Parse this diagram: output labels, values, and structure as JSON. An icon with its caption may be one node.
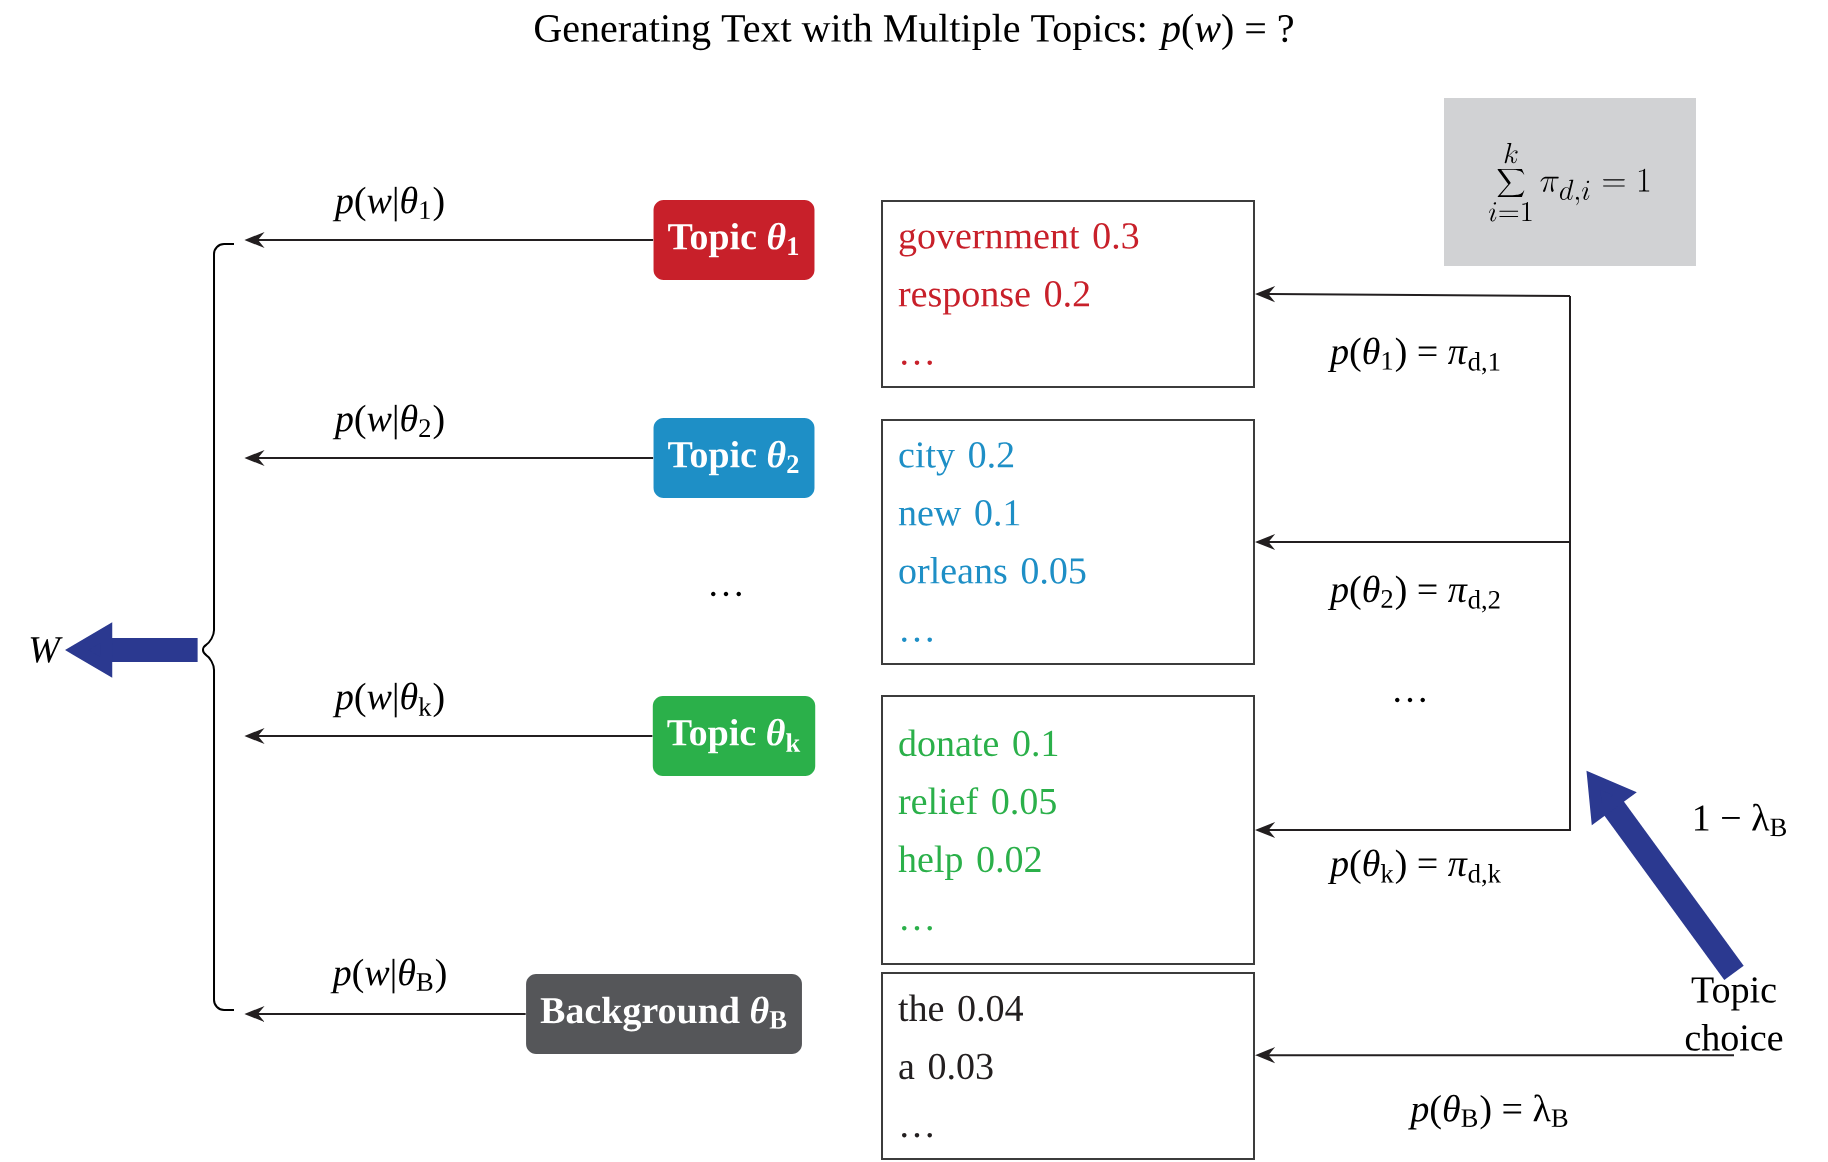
{
  "diagram": {
    "title": "Generating Text with Multiple Topics: *p*(*w*) = ?",
    "nodes": [
      {
        "text": [
          "Topic *θ*$_{1}$"
        ]
      },
      {
        "text": [
          "Topic *θ*$_{2}$"
        ]
      },
      {
        "text": [
          "Topic *θ*$_{k}$"
        ]
      },
      {
        "text": [
          "Background *θ*$_{B}$"
        ]
      },
      {
        "text": [
          "government 0.3",
          "response 0.2",
          "…"
        ]
      },
      {
        "text": [
          "city 0.2",
          "new 0.1",
          "orleans 0.05",
          "…"
        ]
      },
      {
        "text": [
          "donate 0.1",
          "relief 0.05",
          "help 0.02",
          "…"
        ]
      },
      {
        "text": [
          "the 0.04",
          "a 0.03",
          "…"
        ]
      },
      {
        "text": [
          "\\sum_{i=1}^{k}\\pi_{d,i}=1"
        ]
      },
      {
        "text": [
          "W"
        ]
      },
      {
        "text": [
          "Topic choice"
        ]
      },
      {
        "text": [],
        "shape": "brace"
      }
    ],
    "edges": [
      {
        "from": 0,
        "to": 11,
        "arrow": "to",
        "label": "*p*(*w*|*θ*$_{1}$)"
      },
      {
        "from": 1,
        "to": 11,
        "arrow": "to",
        "label": "*p*(*w*|*θ*$_{2}$)"
      },
      {
        "from": 2,
        "to": 11,
        "arrow": "to",
        "label": "*p*(*w*|*θ*$_{k}$)"
      },
      {
        "from": 3,
        "to": 11,
        "arrow": "to",
        "label": "*p*(*w*|*θ*$_{B}$)"
      },
      {
        "from": 11,
        "to": 9,
        "arrow": "to",
        "style": "thick",
        "color": "#2b3990"
      },
      {
        "from": 10,
        "to": null,
        "arrow": "to",
        "style": "thick",
        "color": "#2b3990",
        "label": "1 − λ$_{B}$"
      },
      {
        "from": null,
        "to": 4,
        "arrow": "to",
        "label": "*p*(*θ*$_{1}$) = *π*$_{d,1}$"
      },
      {
        "from": null,
        "to": 5,
        "arrow": "to",
        "label": "*p*(*θ*$_{2}$) = *π*$_{d,2}$"
      },
      {
        "from": null,
        "to": 6,
        "arrow": "to",
        "label": "*p*(*θ*$_{k}$) = *π*$_{d,k}$"
      },
      {
        "from": 10,
        "to": 7,
        "arrow": "to",
        "label": "*p*(*θ*$_{B}$) = λ$_{B}$"
      }
    ],
    "labels": [
      "…",
      "…"
    ]
  }
}
